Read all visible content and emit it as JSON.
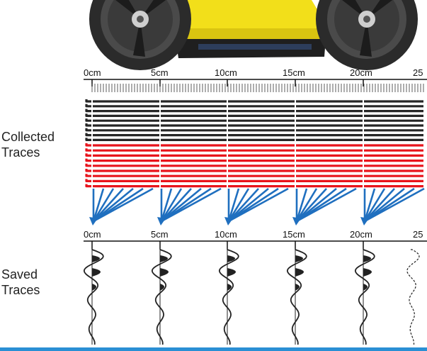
{
  "labels": {
    "collected": [
      "Collected",
      "Traces"
    ],
    "saved": [
      "Saved",
      "Traces"
    ]
  },
  "scale": {
    "ticks": [
      "0cm",
      "5cm",
      "10cm",
      "15cm",
      "20cm",
      "25"
    ]
  },
  "colors": {
    "cart_body": "#f2df1a",
    "cart_base": "#1f1f1f",
    "raw_trace_dark": "#262626",
    "raw_trace_red": "#e8141c",
    "arrow": "#1f6fbf",
    "saved_trace": "#222222",
    "bottom_bar": "#2a8fd4"
  }
}
